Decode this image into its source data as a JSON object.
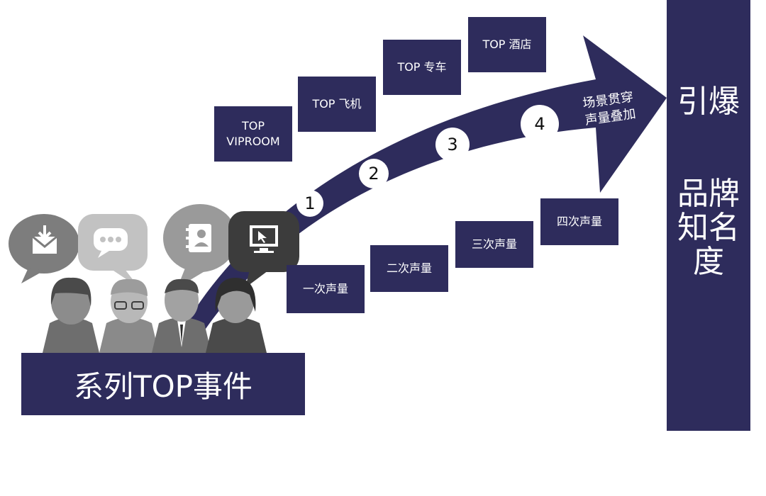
{
  "colors": {
    "navy": "#2e2c5c",
    "gray_dark": "#555555",
    "gray_mid": "#8a8a8a",
    "gray_light": "#b5b5b5"
  },
  "top_events": [
    {
      "lines": [
        "TOP",
        "VIPROOM"
      ]
    },
    {
      "lines": [
        "TOP 飞机"
      ]
    },
    {
      "lines": [
        "TOP 专车"
      ]
    },
    {
      "lines": [
        "TOP 酒店"
      ]
    }
  ],
  "steps": [
    "1",
    "2",
    "3",
    "4"
  ],
  "arrow_label": [
    "场景贯穿",
    "声量叠加"
  ],
  "volumes": [
    "一次声量",
    "二次声量",
    "三次声量",
    "四次声量"
  ],
  "banner": "系列TOP事件",
  "side_title": [
    "引爆",
    "品牌知名度"
  ],
  "icons": [
    "mail-icon",
    "chat-icon",
    "contacts-icon",
    "computer-icon"
  ]
}
